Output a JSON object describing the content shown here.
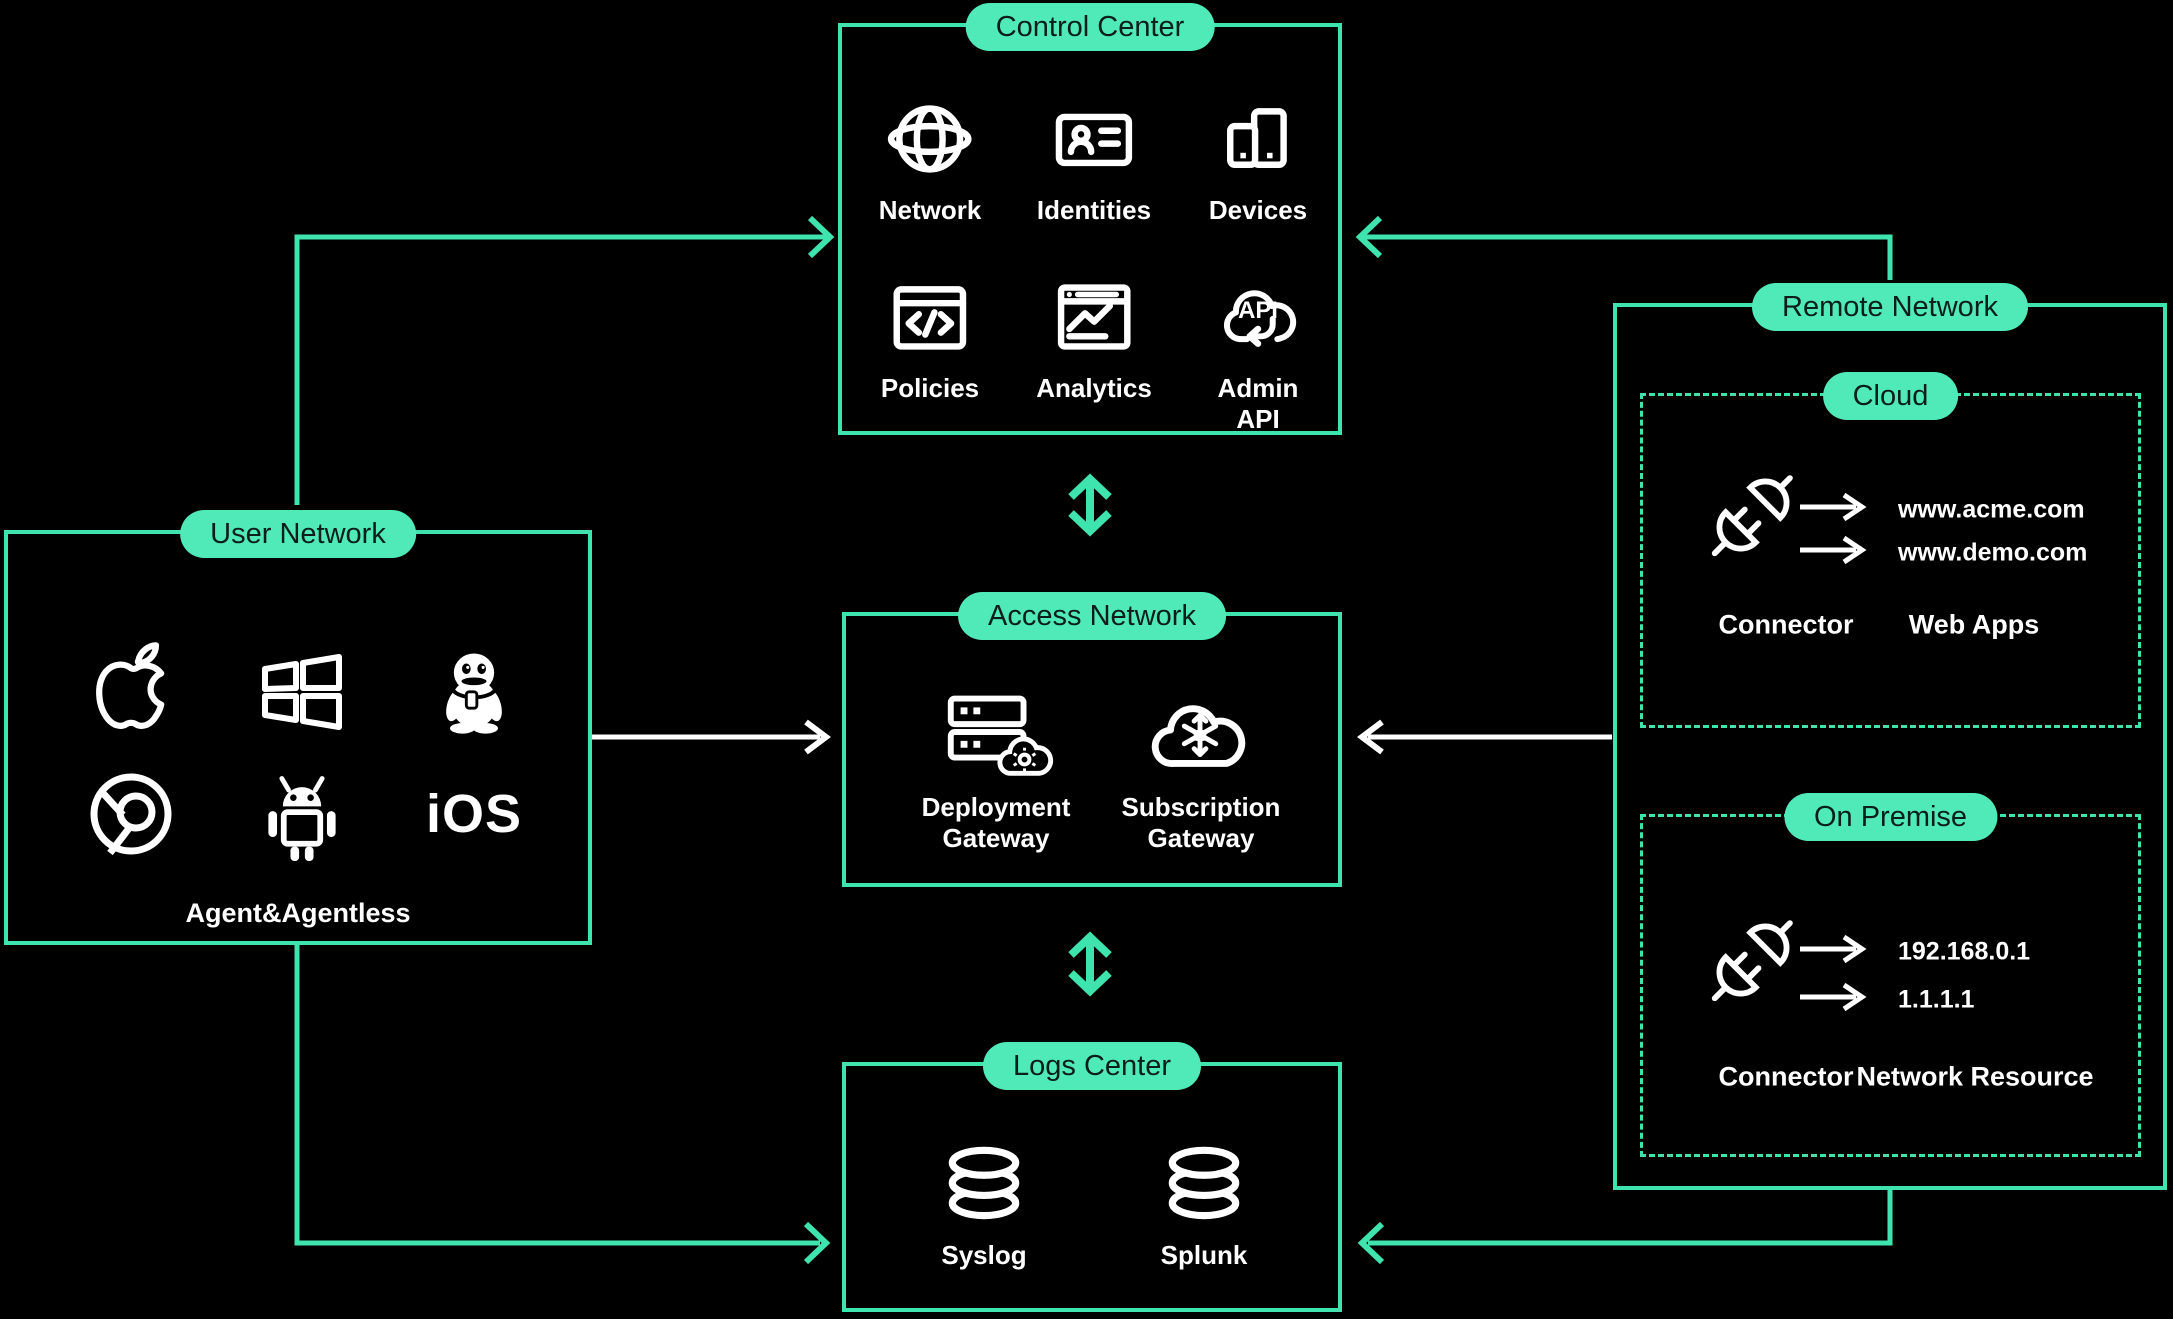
{
  "colors": {
    "accent_line": "#3FE3AD",
    "pill_fill": "#50EAB8",
    "pill_text": "#0B1F18",
    "icon_color": "#FFFFFF",
    "background": "#000000"
  },
  "boxes": {
    "control_center": {
      "title": "Control Center",
      "items": [
        {
          "label": "Network",
          "icon": "globe-icon"
        },
        {
          "label": "Identities",
          "icon": "id-card-icon"
        },
        {
          "label": "Devices",
          "icon": "devices-icon"
        },
        {
          "label": "Policies",
          "icon": "code-window-icon"
        },
        {
          "label": "Analytics",
          "icon": "analytics-window-icon"
        },
        {
          "label": "Admin API",
          "icon": "api-cloud-icon"
        }
      ]
    },
    "user_network": {
      "title": "User Network",
      "footer": "Agent&Agentless",
      "items": [
        {
          "icon": "apple-icon"
        },
        {
          "icon": "windows-icon"
        },
        {
          "icon": "qq-penguin-icon"
        },
        {
          "icon": "chrome-icon"
        },
        {
          "icon": "android-icon"
        },
        {
          "icon": "ios-logo",
          "text": "iOS"
        }
      ]
    },
    "access_network": {
      "title": "Access Network",
      "items": [
        {
          "label": "Deployment Gateway",
          "icon": "deployment-gateway-icon"
        },
        {
          "label": "Subscription Gateway",
          "icon": "subscription-gateway-icon"
        }
      ]
    },
    "logs_center": {
      "title": "Logs Center",
      "items": [
        {
          "label": "Syslog",
          "icon": "database-icon"
        },
        {
          "label": "Splunk",
          "icon": "database-icon"
        }
      ]
    },
    "remote_network": {
      "title": "Remote Network",
      "cloud": {
        "title": "Cloud",
        "icon": "connector-plug-icon",
        "connector_label": "Connector",
        "apps_label": "Web Apps",
        "targets": [
          "www.acme.com",
          "www.demo.com"
        ]
      },
      "on_premise": {
        "title": "On Premise",
        "icon": "connector-plug-icon",
        "connector_label": "Connector",
        "resource_label": "Network Resource",
        "targets": [
          "192.168.0.1",
          "1.1.1.1"
        ]
      }
    }
  }
}
